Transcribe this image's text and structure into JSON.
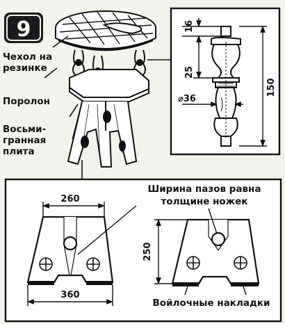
{
  "figure": {
    "number": "9",
    "labels": {
      "cover": [
        "Чехол на",
        "резинке"
      ],
      "foam": "Поролон",
      "plate": [
        "Восьми-",
        "гранная",
        "плита"
      ],
      "slot_note": [
        "Ширина пазов равна",
        "толщине ножек"
      ],
      "felt": "Войлочные накладки"
    },
    "dimensions": {
      "top_width": "260",
      "bottom_width": "360",
      "leg_height": "250",
      "post_top": "16",
      "post_neck": "25",
      "post_diameter": "⌀36",
      "post_length": "150"
    }
  }
}
